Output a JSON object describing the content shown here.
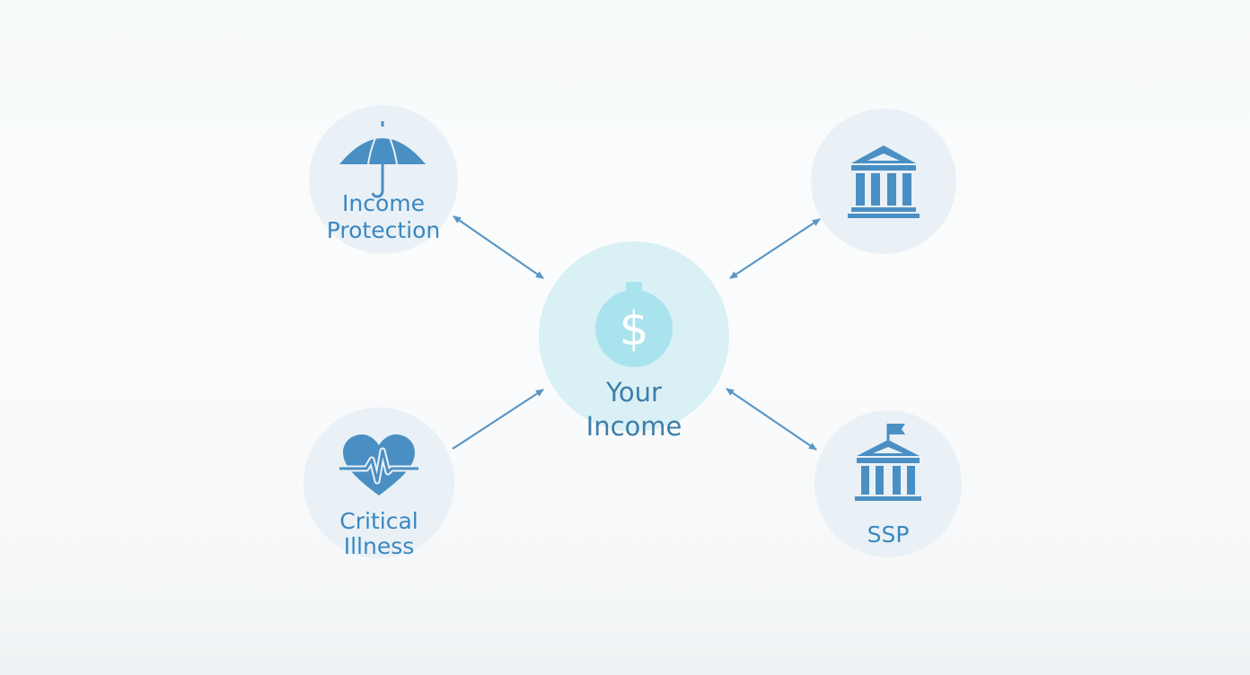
{
  "diagram": {
    "center": {
      "label_line1": "Your",
      "label_line2": "Income",
      "icon": "dollar-coin-icon"
    },
    "nodes": {
      "income_protection": {
        "label_line1": "Income",
        "label_line2": "Protection",
        "icon": "umbrella-icon"
      },
      "bank": {
        "icon": "bank-building-icon"
      },
      "critical_illness": {
        "label_line1": "Critical",
        "label_line2": "Illness",
        "icon": "heartbeat-icon"
      },
      "ssp": {
        "label": "SSP",
        "icon": "government-building-flag-icon"
      }
    },
    "connections": [
      {
        "from": "income_protection",
        "to": "center",
        "arrows": "both"
      },
      {
        "from": "center",
        "to": "bank",
        "arrows": "both"
      },
      {
        "from": "critical_illness",
        "to": "center",
        "arrows": "end"
      },
      {
        "from": "center",
        "to": "ssp",
        "arrows": "both"
      }
    ],
    "colors": {
      "icon_blue": "#4a8fc4",
      "label_blue": "#3a87bf",
      "node_fill": "#e9f1f6",
      "center_fill": "#d9f0f5",
      "coin_fill": "#a9e3ee",
      "connector": "#5a96c6"
    }
  }
}
